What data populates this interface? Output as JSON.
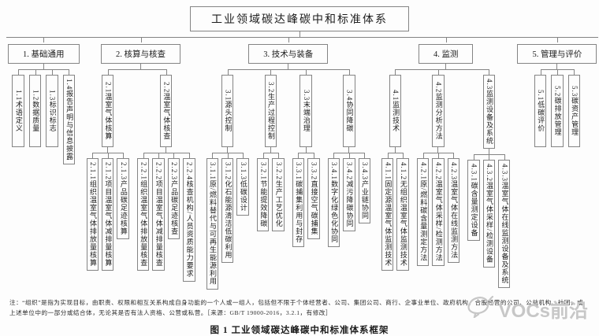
{
  "tree": {
    "label": "工业领域碳达峰碳中和标准体系",
    "children": [
      {
        "label": "1. 基础通用",
        "children": [
          {
            "label": "1.1术语定义"
          },
          {
            "label": "1.2数据质量"
          },
          {
            "label": "1.3标识标志"
          },
          {
            "label": "1.4报告声明与信息披露"
          }
        ]
      },
      {
        "label": "2. 核算与核查",
        "children": [
          {
            "label": "2.1温室气体核算",
            "children": [
              {
                "label": "2.1.1组织温室气体排放量核算"
              },
              {
                "label": "2.1.2项目温室气体减排量核算"
              },
              {
                "label": "2.1.3产品碳足迹核算"
              }
            ]
          },
          {
            "label": "2.2温室气体核查",
            "children": [
              {
                "label": "2.2.1组织温室气体排放量核查"
              },
              {
                "label": "2.2.2项目温室气体减排量核查"
              },
              {
                "label": "2.2.3产品碳足迹核查"
              },
              {
                "label": "2.2.4核查机构/人员资质能力要求"
              }
            ]
          }
        ]
      },
      {
        "label": "3. 技术与装备",
        "children": [
          {
            "label": "3.1源头控制",
            "children": [
              {
                "label": "3.1.1原/燃料替代与可再生能源利用"
              },
              {
                "label": "3.1.2化石能源清洁低碳利用"
              },
              {
                "label": "3.1.3低碳设计"
              }
            ]
          },
          {
            "label": "3.2生产过程控制",
            "children": [
              {
                "label": "3.2.1节能提效降碳"
              },
              {
                "label": "3.2.2生产工艺优化"
              }
            ]
          },
          {
            "label": "3.3末端治理",
            "children": [
              {
                "label": "3.3.1碳捕集利用与封存"
              },
              {
                "label": "3.3.2直接空气碳捕集"
              }
            ]
          },
          {
            "label": "3.4协同降碳",
            "children": [
              {
                "label": "3.4.1数字化绿色化协同"
              },
              {
                "label": "3.4.2减污降碳协同"
              },
              {
                "label": "3.4.3产业链协同"
              }
            ]
          }
        ]
      },
      {
        "label": "4. 监测",
        "children": [
          {
            "label": "4.1监测技术",
            "children": [
              {
                "label": "4.1.1固定源温室气体监测技术"
              },
              {
                "label": "4.1.2无组织温室气体监测技术"
              }
            ]
          },
          {
            "label": "4.2监测分析方法",
            "children": [
              {
                "label": "4.2.1原/燃料碳含量测定方法"
              },
              {
                "label": "4.2.2温室气体采样/检测方法"
              },
              {
                "label": "4.2.3温室气体在线监测方法"
              }
            ]
          },
          {
            "label": "4.3监测设备及系统",
            "children": [
              {
                "label": "4.3.1碳含量测定设备"
              },
              {
                "label": "4.3.2温室气体采样/检测设备"
              },
              {
                "label": "4.3.3温室气体在线监测设备及系统"
              }
            ]
          }
        ]
      },
      {
        "label": "5. 管理与评价",
        "children": [
          {
            "label": "5.1低碳评价"
          },
          {
            "label": "5.2碳排放管理"
          },
          {
            "label": "5.3碳资产管理"
          }
        ]
      }
    ]
  },
  "note": "注：“组织”是指为实现目标，由职责、权限和相互关系构成自身功能的一个人或一组人，包括但不限于个体经营者、公司、集团公司、商行、企事业单位、政府机构、合股经营的公司、公益机构、社团，或上述单位中的一部分或结合体，无论其是否有法人资格、公营或私营。［来源：GB/T 19000-2016，3.2.1，有修改］",
  "caption": "图 1  工业领域碳达峰碳中和标准体系框架",
  "watermark": {
    "text": "VOCs前沿",
    "icon": "megaphone-icon"
  },
  "colors": {
    "line": "#848484",
    "watermark": "#c7c7c7",
    "text": "#1c1c1c"
  }
}
